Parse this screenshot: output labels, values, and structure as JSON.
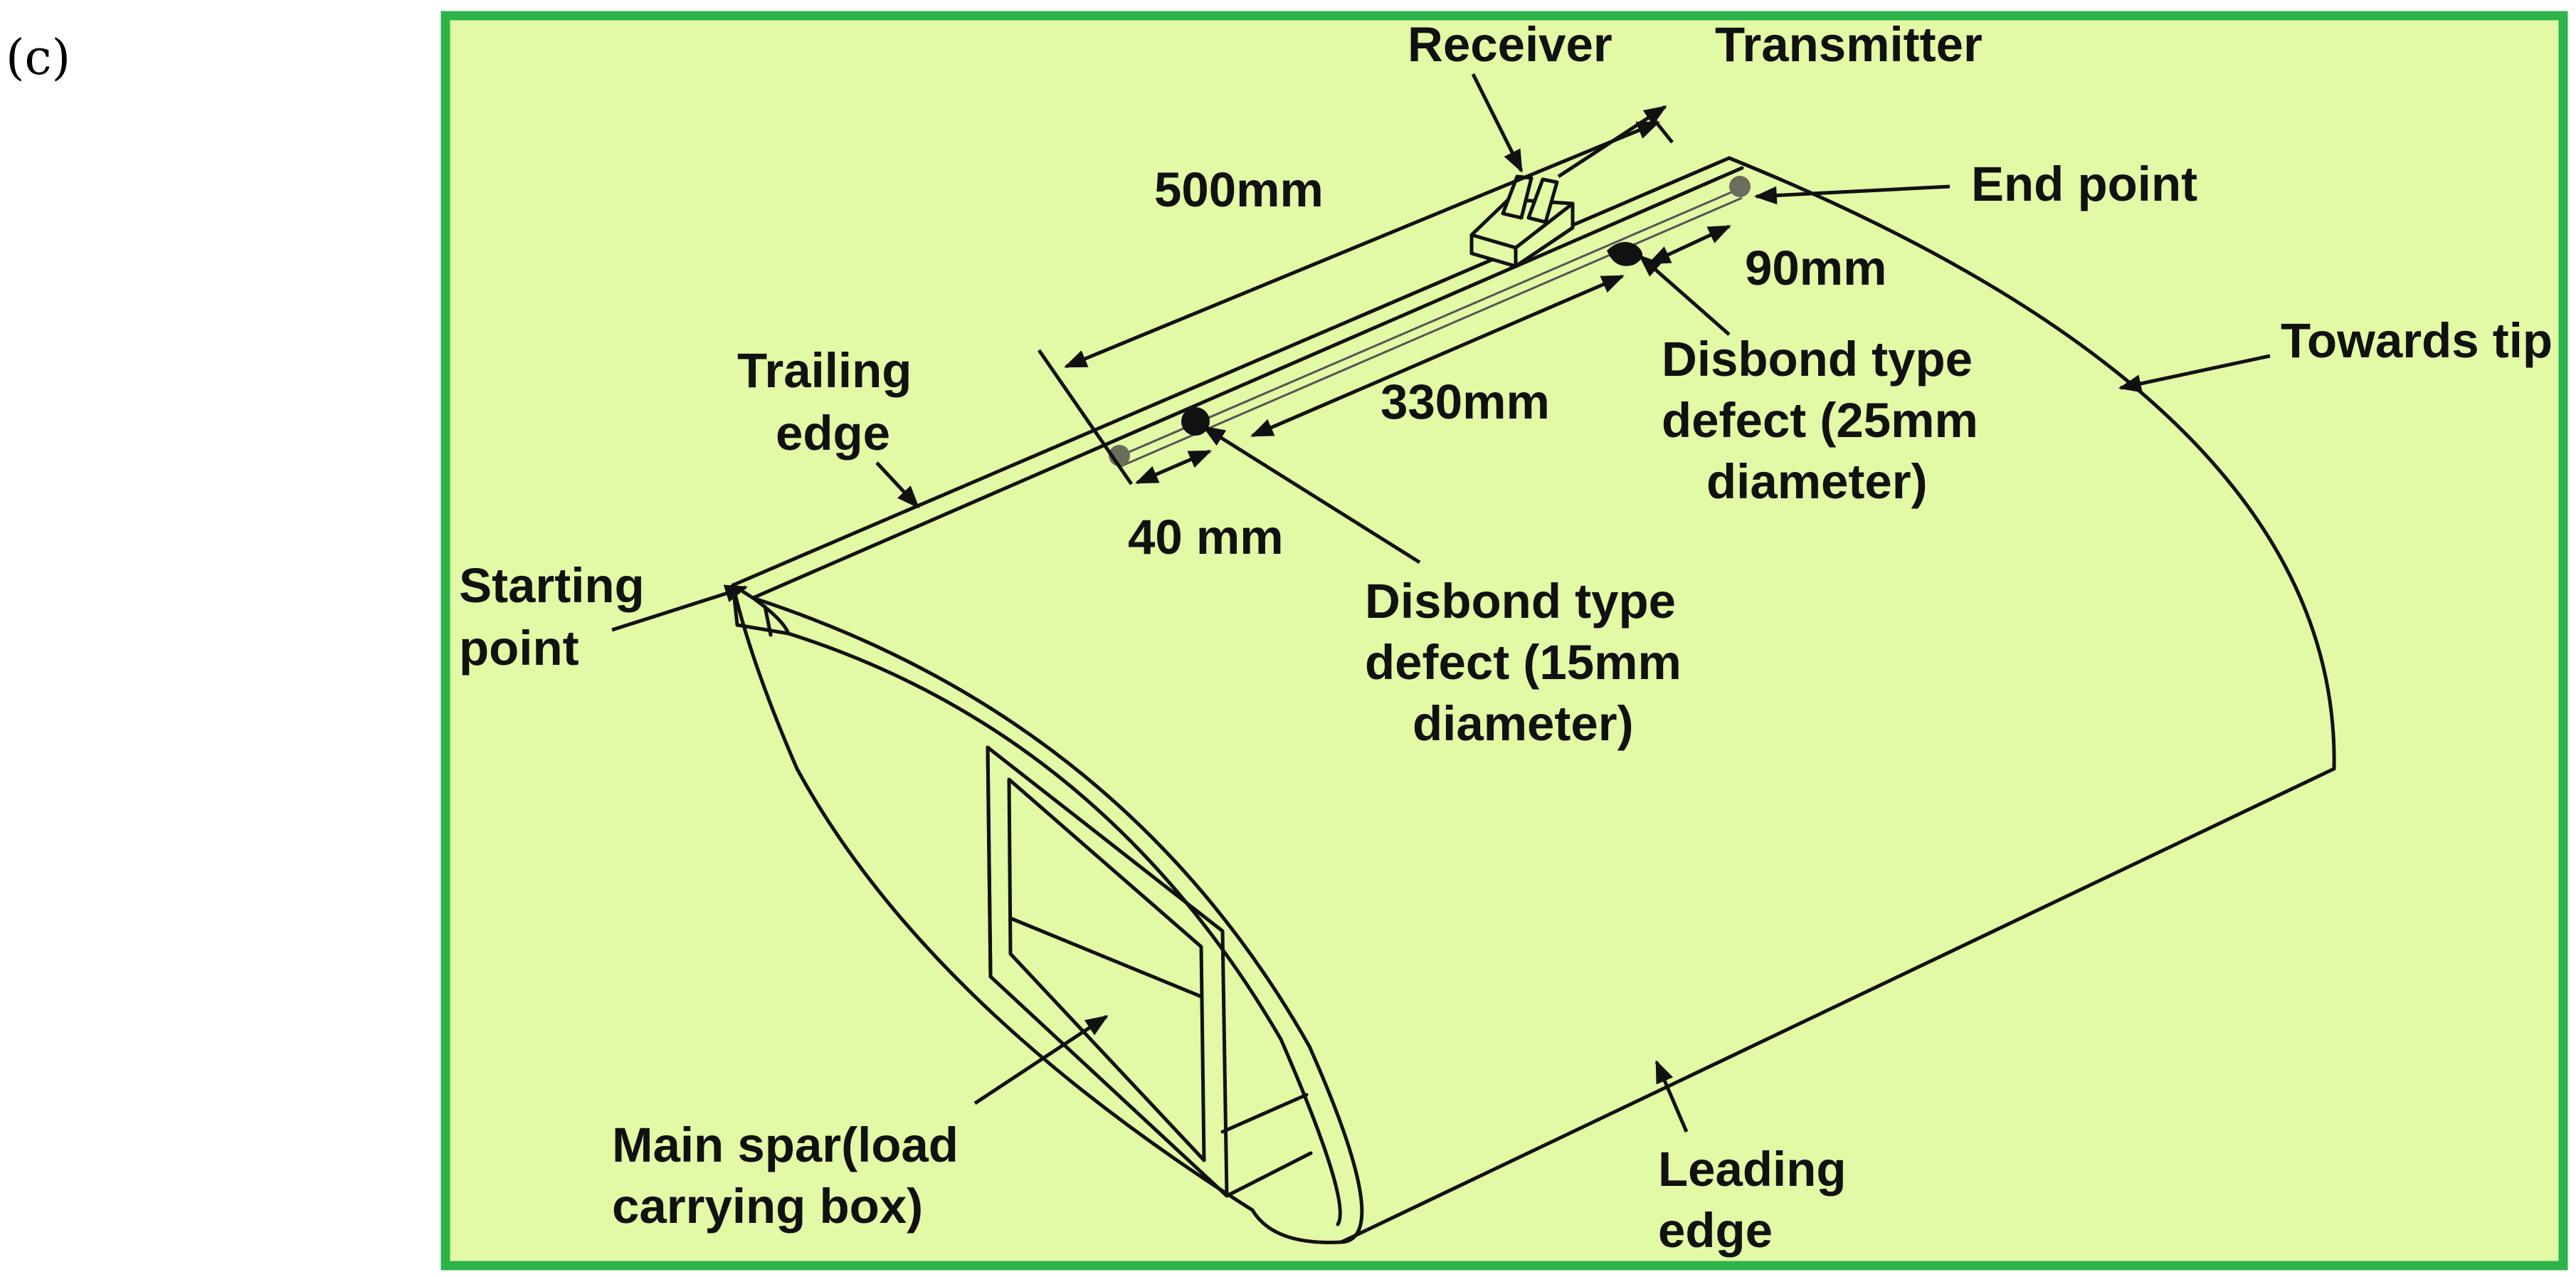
{
  "panel_label": "(c)",
  "labels": {
    "receiver": "Receiver",
    "transmitter": "Transmitter",
    "dim_500": "500mm",
    "end_point": "End point",
    "dim_90": "90mm",
    "towards_tip": "Towards tip",
    "disbond_25": [
      "Disbond type",
      "defect (25mm",
      "diameter)"
    ],
    "trailing_edge": [
      "Trailing",
      "edge"
    ],
    "dim_330": "330mm",
    "dim_40": "40 mm",
    "starting_point": [
      "Starting",
      "point"
    ],
    "disbond_15": [
      "Disbond type",
      "defect (15mm",
      "diameter)"
    ],
    "main_spar": [
      "Main spar(load",
      "carrying box)"
    ],
    "leading_edge": [
      "Leading",
      "edge"
    ]
  },
  "colors": {
    "background": "#e2f9a5",
    "frame": "#2db34a",
    "ink": "#111111",
    "point_marker": "#6b6e5c"
  }
}
